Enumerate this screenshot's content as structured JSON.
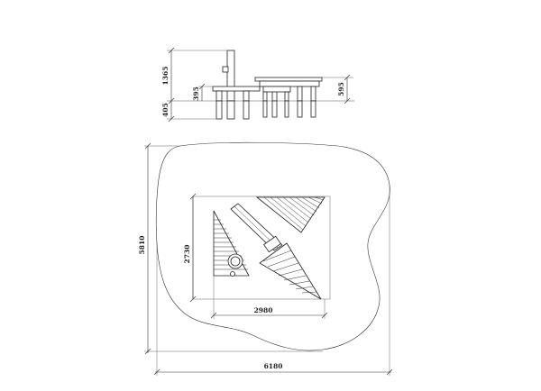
{
  "elevation": {
    "dim_total_height": "1365",
    "dim_bench_height": "395",
    "dim_foundation_depth": "405",
    "dim_table_height": "595"
  },
  "plan": {
    "dim_overall_depth": "5810",
    "dim_overall_width": "6180",
    "dim_set_depth": "2730",
    "dim_set_width": "2980"
  }
}
